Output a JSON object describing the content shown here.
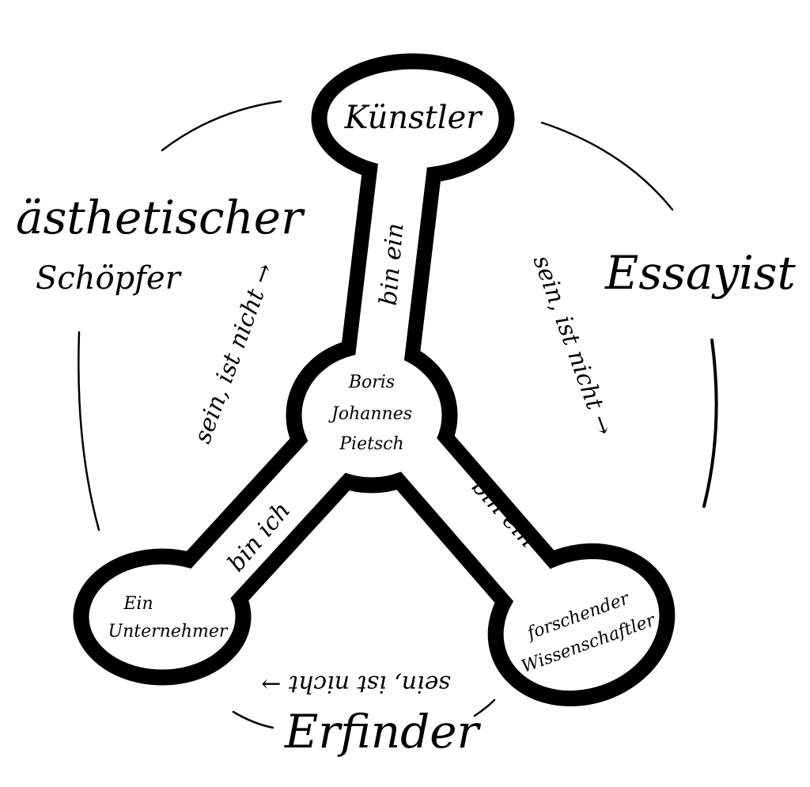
{
  "center": {
    "line1": "Boris",
    "line2": "Johannes",
    "line3": "Pietsch"
  },
  "nodes": {
    "top": "Künstler",
    "left_line1": "Ein",
    "left_line2": "Unternehmer",
    "right_line1": "forschender",
    "right_line2": "Wissenschaftler"
  },
  "edges": {
    "top": "bin ein",
    "left": "bin ich",
    "right": "bin ein"
  },
  "outer_labels": {
    "left_line1": "ästhetischer",
    "left_line2": "Schöpfer",
    "right": "Essayist",
    "bottom": "Erfinder"
  },
  "relations": {
    "left": "sein, ist nicht →",
    "right": "sein, ist nicht →",
    "bottom": "sein, ist nicht →"
  }
}
